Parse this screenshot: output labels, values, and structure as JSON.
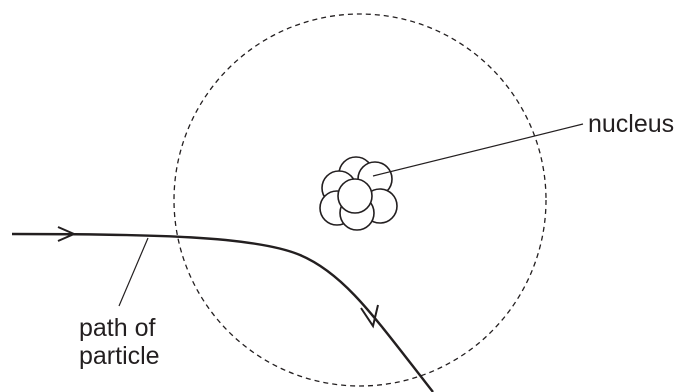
{
  "labels": {
    "nucleus": "nucleus",
    "path_line1": "path of",
    "path_line2": "particle"
  },
  "colors": {
    "ink": "#231f20",
    "background": "#ffffff"
  }
}
